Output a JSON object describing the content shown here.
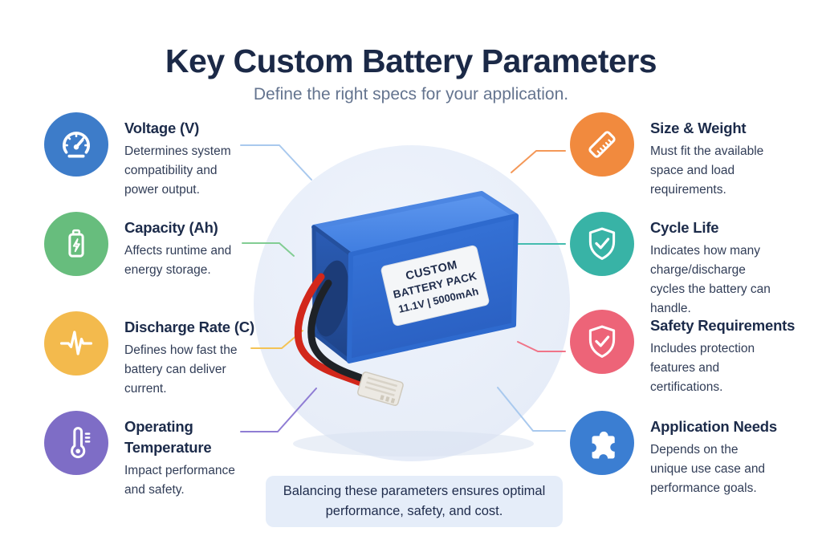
{
  "header": {
    "title": "Key Custom Battery Parameters",
    "subtitle": "Define the right specs for your application."
  },
  "params": [
    {
      "id": "voltage",
      "title": "Voltage (V)",
      "description": "Determines system compatibility and power output.",
      "icon": "gauge-icon",
      "color": "#3d7cc9",
      "line_color": "#a9c9ee"
    },
    {
      "id": "capacity",
      "title": "Capacity (Ah)",
      "description": "Affects runtime and energy storage.",
      "icon": "battery-bolt-icon",
      "color": "#67bd7d",
      "line_color": "#82cd93"
    },
    {
      "id": "discharge-rate",
      "title": "Discharge Rate (C)",
      "description": "Defines how fast the battery can deliver current.",
      "icon": "pulse-icon",
      "color": "#f3ba4d",
      "line_color": "#f4c355"
    },
    {
      "id": "operating-temperature",
      "title": "Operating Temperature",
      "description": "Impact performance and safety.",
      "icon": "thermometer-icon",
      "color": "#7e6dc6",
      "line_color": "#8f7dd4"
    },
    {
      "id": "size-weight",
      "title": "Size & Weight",
      "description": "Must fit the available space and load requirements.",
      "icon": "ruler-icon",
      "color": "#f18a3e",
      "line_color": "#f49858"
    },
    {
      "id": "cycle-life",
      "title": "Cycle Life",
      "description": "Indicates how many charge/discharge cycles the battery can handle.",
      "icon": "shield-check-icon",
      "color": "#38b3a6",
      "line_color": "#44bcaf"
    },
    {
      "id": "safety-requirements",
      "title": "Safety Requirements",
      "description": "Includes protection features and certifications.",
      "icon": "shield-check-icon",
      "color": "#ed6478",
      "line_color": "#f07488"
    },
    {
      "id": "application-needs",
      "title": "Application Needs",
      "description": "Depends on the unique use case and performance goals.",
      "icon": "puzzle-icon",
      "color": "#3b7ed2",
      "line_color": "#a9c9ee"
    }
  ],
  "battery": {
    "label_line1": "CUSTOM",
    "label_line2": "BATTERY PACK",
    "label_line3": "11.1V | 5000mAh"
  },
  "footer": {
    "note": "Balancing these parameters ensures optimal performance, safety, and cost."
  },
  "colors": {
    "title_text": "#1b2947",
    "subtitle_text": "#64748f",
    "body_text": "#313d57",
    "center_circle": "#e8eef8",
    "footer_bg": "#e5edf9",
    "battery_blue": "#2f6cd2",
    "wire_red": "#d2271b",
    "wire_black": "#1e2227"
  }
}
